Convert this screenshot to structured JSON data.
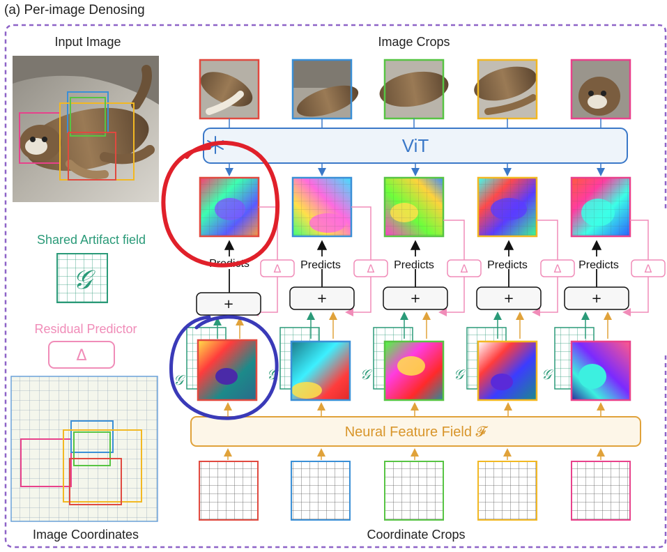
{
  "title": "(a) Per-image Denosing",
  "labels": {
    "input_image": "Input Image",
    "image_crops": "Image Crops",
    "shared_artifact_field": "Shared Artifact field",
    "residual_predictor": "Residual Predictor",
    "image_coordinates": "Image Coordinates",
    "coordinate_crops": "Coordinate Crops",
    "vit": "ViT",
    "neural_feature_field": "Neural Feature Field 𝓕",
    "predicts": "Predicts",
    "plus": "+",
    "delta": "Δ",
    "artifact_symbol": "𝒢"
  },
  "colors": {
    "crops": [
      "#e0493f",
      "#3a8fd6",
      "#57c443",
      "#f2b822",
      "#e8418b"
    ],
    "vit_border": "#3a78c8",
    "vit_fill": "#eef4fa",
    "vit_text": "#3a78c8",
    "nff_border": "#e0a23a",
    "nff_fill": "#fdf6e8",
    "nff_text": "#d8952a",
    "teal": "#2a9a78",
    "pink": "#f08cb8",
    "dashed_border": "#8e63c7",
    "annotation_red": "#e0202a",
    "annotation_blue": "#3a3ab8"
  },
  "icons": {
    "snowflake": "snowflake-icon"
  }
}
